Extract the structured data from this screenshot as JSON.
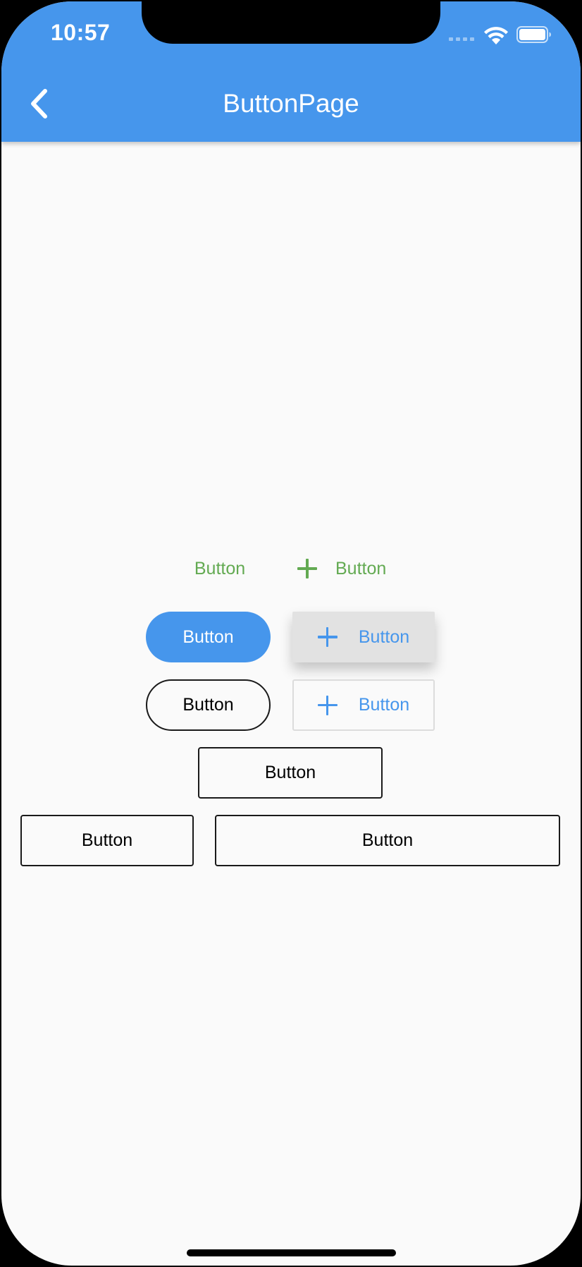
{
  "status_bar": {
    "time": "10:57",
    "signal_icon": "cellular-signal-icon",
    "wifi_icon": "wifi-icon",
    "battery_icon": "battery-icon"
  },
  "app_bar": {
    "title": "ButtonPage",
    "back_icon": "chevron-left-icon",
    "background_color": "#4696EC"
  },
  "buttons": {
    "text_button": {
      "label": "Button",
      "color": "#63AA52"
    },
    "icon_text_button": {
      "label": "Button",
      "icon": "plus-icon",
      "color": "#63AA52"
    },
    "filled_button": {
      "label": "Button",
      "background": "#4696EC",
      "color": "#FFFFFF"
    },
    "raised_icon_button": {
      "label": "Button",
      "icon": "plus-icon",
      "color": "#4696EC"
    },
    "outline_pill_button": {
      "label": "Button"
    },
    "outline_icon_button": {
      "label": "Button",
      "icon": "plus-icon",
      "color": "#4696EC"
    },
    "outline_wide_button": {
      "label": "Button"
    },
    "outline_left_button": {
      "label": "Button"
    },
    "outline_right_button": {
      "label": "Button"
    }
  }
}
